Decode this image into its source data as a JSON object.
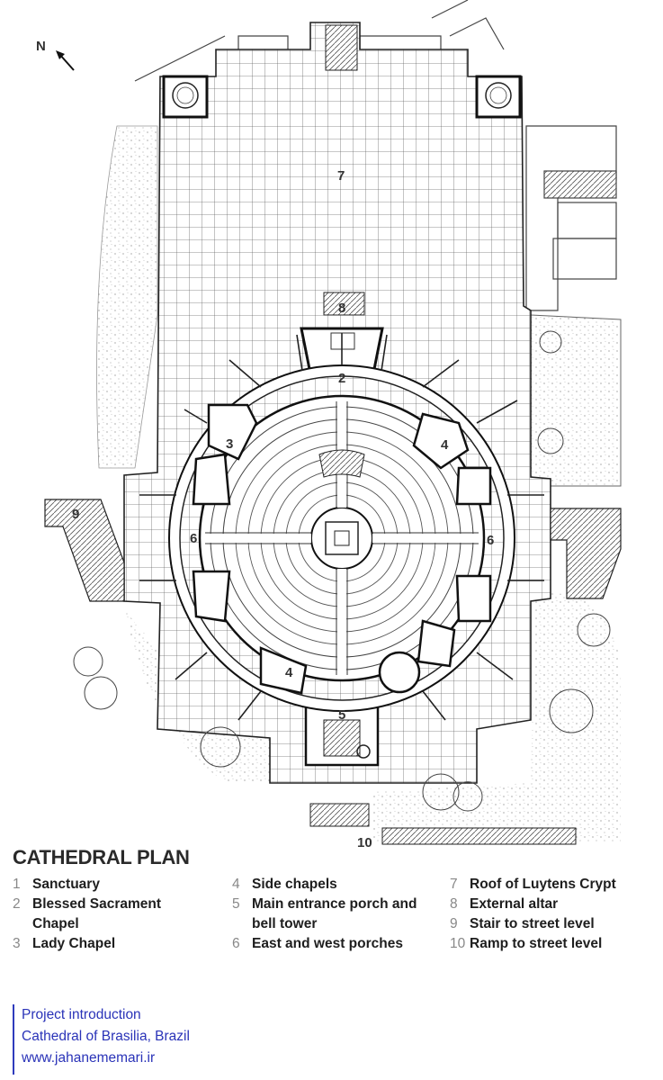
{
  "plan": {
    "north_label": "N",
    "labels": [
      {
        "id": "7",
        "text": "7"
      },
      {
        "id": "8",
        "text": "8"
      },
      {
        "id": "2",
        "text": "2"
      },
      {
        "id": "3",
        "text": "3"
      },
      {
        "id": "4a",
        "text": "4"
      },
      {
        "id": "4b",
        "text": "4"
      },
      {
        "id": "6a",
        "text": "6"
      },
      {
        "id": "6b",
        "text": "6"
      },
      {
        "id": "5",
        "text": "5"
      },
      {
        "id": "9",
        "text": "9"
      },
      {
        "id": "10",
        "text": "10"
      }
    ]
  },
  "legend": {
    "title": "CATHEDRAL PLAN",
    "items": [
      {
        "num": "1",
        "label": "Sanctuary"
      },
      {
        "num": "2",
        "label": "Blessed Sacrament Chapel"
      },
      {
        "num": "3",
        "label": "Lady Chapel"
      },
      {
        "num": "4",
        "label": "Side chapels"
      },
      {
        "num": "5",
        "label": "Main entrance porch and bell tower"
      },
      {
        "num": "6",
        "label": "East and west porches"
      },
      {
        "num": "7",
        "label": "Roof of Luytens Crypt"
      },
      {
        "num": "8",
        "label": "External altar"
      },
      {
        "num": "9",
        "label": "Stair to street level"
      },
      {
        "num": "10",
        "label": "Ramp to street level"
      }
    ]
  },
  "info": {
    "line1": "Project introduction",
    "line2": "Cathedral of Brasilia, Brazil",
    "line3": "www.jahanememari.ir"
  }
}
